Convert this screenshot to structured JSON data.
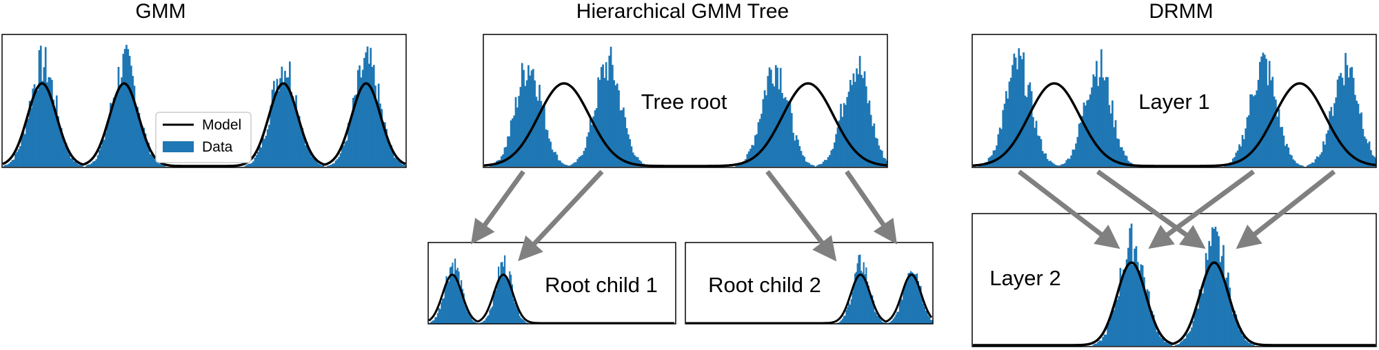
{
  "titles": {
    "gmm": "GMM",
    "tree": "Hierarchical GMM Tree",
    "drmm": "DRMM"
  },
  "legend": {
    "model": "Model",
    "data": "Data"
  },
  "labels": {
    "tree_root": "Tree root",
    "root_child_1": "Root child 1",
    "root_child_2": "Root child 2",
    "layer_1": "Layer 1",
    "layer_2": "Layer 2"
  },
  "colors": {
    "histogram": "#1f77b4",
    "model_curve": "#000000",
    "arrow": "#808080",
    "frame": "#000000"
  }
}
